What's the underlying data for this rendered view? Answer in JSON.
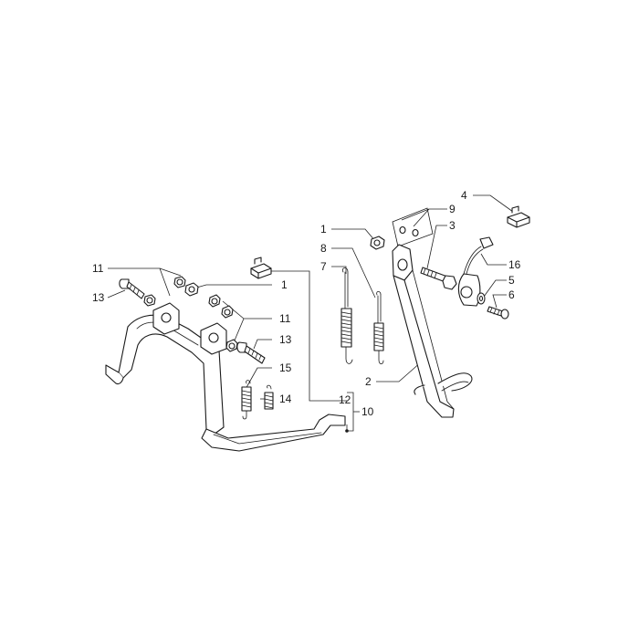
{
  "diagram": {
    "callouts": {
      "c1_right": "1",
      "c1_left": "1",
      "c2": "2",
      "c3": "3",
      "c4": "4",
      "c5": "5",
      "c6": "6",
      "c7": "7",
      "c8": "8",
      "c9": "9",
      "c10": "10",
      "c11_top": "11",
      "c11_mid": "11",
      "c12": "12",
      "c13_left": "13",
      "c13_right": "13",
      "c14": "14",
      "c15": "15",
      "c16": "16"
    }
  }
}
